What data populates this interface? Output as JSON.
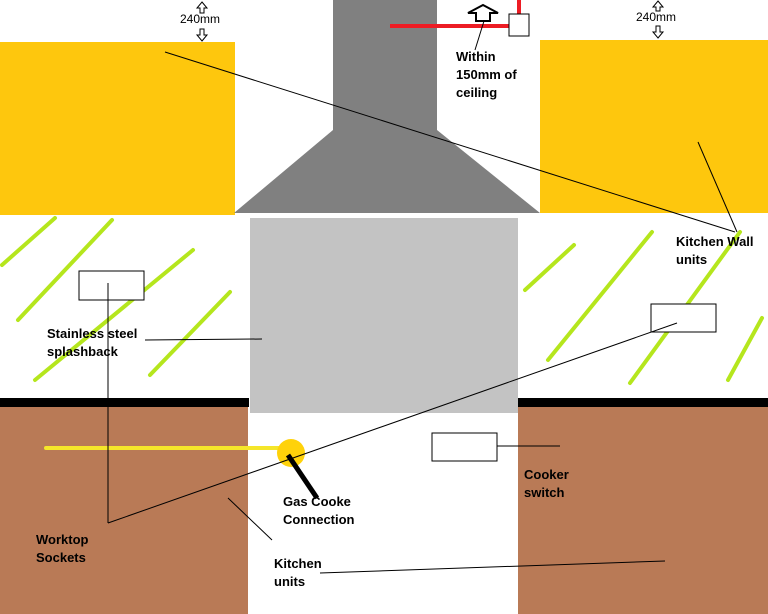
{
  "labels": {
    "dim_left": "240mm",
    "dim_right": "240mm",
    "ceiling_note": "Within\n150mm of\nceiling",
    "wall_units": "Kitchen Wall\nunits",
    "splashback": "Stainless steel\nsplashback",
    "cooker_switch": "Cooker\nswitch",
    "gas_connection": "Gas Cooke\nConnection",
    "worktop_sockets": "Worktop\nSockets",
    "kitchen_units": "Kitchen\nunits"
  },
  "colors": {
    "wall_unit": "#fec70d",
    "hood": "#808080",
    "splashback": "#c3c3c3",
    "base_unit": "#b97a56",
    "tile_stripe": "#b5e61d",
    "worktop": "#000000",
    "pipe_red": "#ed1c24",
    "gas_pipe": "#f5e62a",
    "gas_dot": "#ffd20a"
  }
}
